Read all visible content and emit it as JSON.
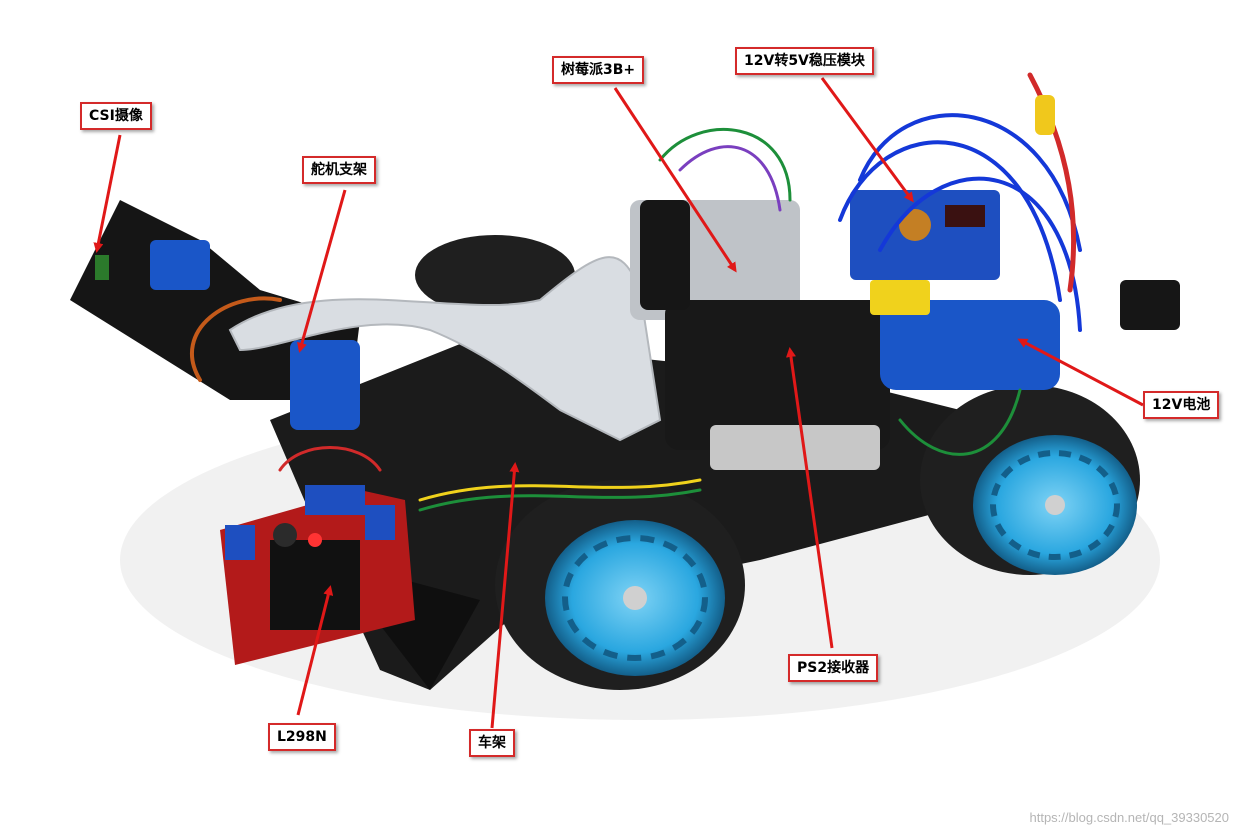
{
  "labels": {
    "csi_camera": "CSI摄像",
    "servo_mount": "舵机支架",
    "raspberry_pi": "树莓派3B+",
    "regulator": "12V转5V稳压模块",
    "battery": "12V电池",
    "ps2_receiver": "PS2接收器",
    "chassis": "车架",
    "driver": "L298N"
  },
  "watermark": "https://blog.csdn.net/qq_39330520",
  "colors": {
    "callout_border": "#d42a2a",
    "arrow": "#e01818",
    "wheel_rim": "#2aa7e0",
    "tire": "#1f1f1f",
    "chassis": "#1b1b1b",
    "board_red": "#b31a1a",
    "battery_blue": "#1a56c8",
    "ribbon": "#d9dde2",
    "wire_blue": "#1438d8"
  }
}
